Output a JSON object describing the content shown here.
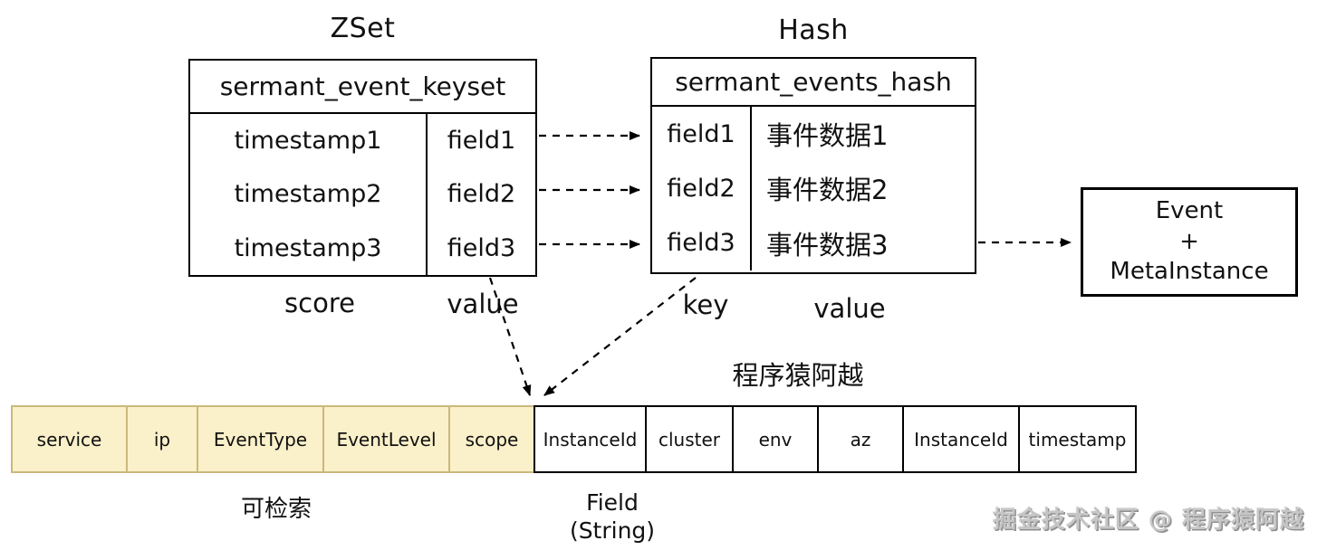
{
  "zset": {
    "title": "ZSet",
    "header": "sermant_event_keyset",
    "rows": [
      {
        "score": "timestamp1",
        "value": "field1"
      },
      {
        "score": "timestamp2",
        "value": "field2"
      },
      {
        "score": "timestamp3",
        "value": "field3"
      }
    ],
    "score_label": "score",
    "value_label": "value"
  },
  "hash": {
    "title": "Hash",
    "header": "sermant_events_hash",
    "rows": [
      {
        "key": "field1",
        "value": "事件数据1"
      },
      {
        "key": "field2",
        "value": "事件数据2"
      },
      {
        "key": "field3",
        "value": "事件数据3"
      }
    ],
    "key_label": "key",
    "value_label": "value"
  },
  "event_box": {
    "line1": "Event",
    "line2": "+",
    "line3": "MetaInstance"
  },
  "bar": {
    "title": "程序猿阿越",
    "indexed_cells": [
      "service",
      "ip",
      "EventType",
      "EventLevel",
      "scope"
    ],
    "field_cells": [
      "InstanceId",
      "cluster",
      "env",
      "az",
      "InstanceId",
      "timestamp"
    ],
    "indexed_label": "可检索",
    "field_label_line1": "Field",
    "field_label_line2": "(String)"
  },
  "watermark": "掘金技术社区 @ 程序猿阿越",
  "colors": {
    "indexed_fill": "#faf0c9",
    "indexed_border": "#c9b97c",
    "line_color": "#000000",
    "watermark_color": "#c6c6c6"
  }
}
